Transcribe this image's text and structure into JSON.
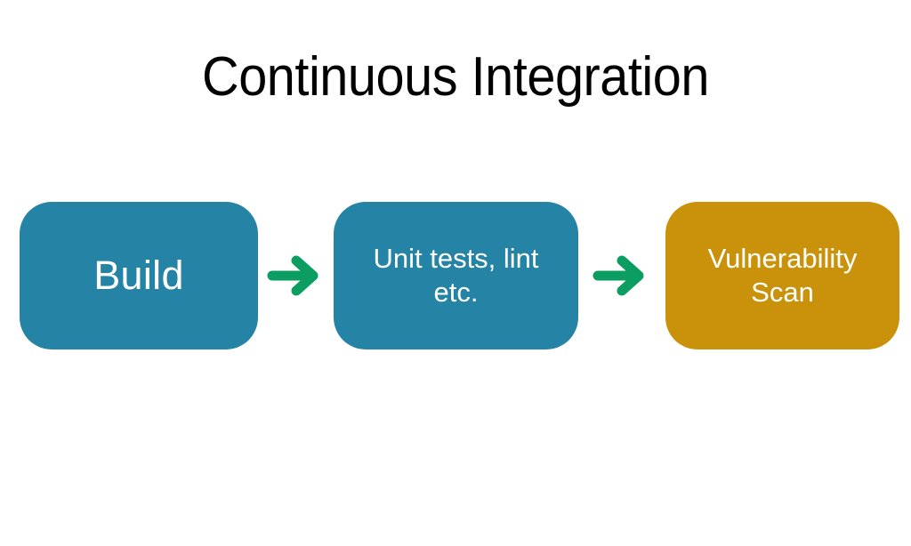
{
  "title": "Continuous Integration",
  "colors": {
    "background": "#ffffff",
    "title_text": "#000000",
    "node_teal": "#2584a5",
    "node_amber": "#ca920a",
    "arrow_green": "#0c9d63",
    "node_label_text": "#ffffff"
  },
  "flow": {
    "nodes": [
      {
        "id": "build",
        "label": "Build",
        "fill": "#2584a5",
        "text_color": "#ffffff"
      },
      {
        "id": "tests",
        "label": "Unit tests, lint\netc.",
        "fill": "#2584a5",
        "text_color": "#ffffff"
      },
      {
        "id": "scan",
        "label": "Vulnerability\nScan",
        "fill": "#ca920a",
        "text_color": "#ffffff"
      }
    ],
    "connectors": [
      {
        "id": "arrow-1",
        "icon": "arrow-right-icon",
        "from": "build",
        "to": "tests",
        "color": "#0c9d63"
      },
      {
        "id": "arrow-2",
        "icon": "arrow-right-icon",
        "from": "tests",
        "to": "scan",
        "color": "#0c9d63"
      }
    ]
  }
}
